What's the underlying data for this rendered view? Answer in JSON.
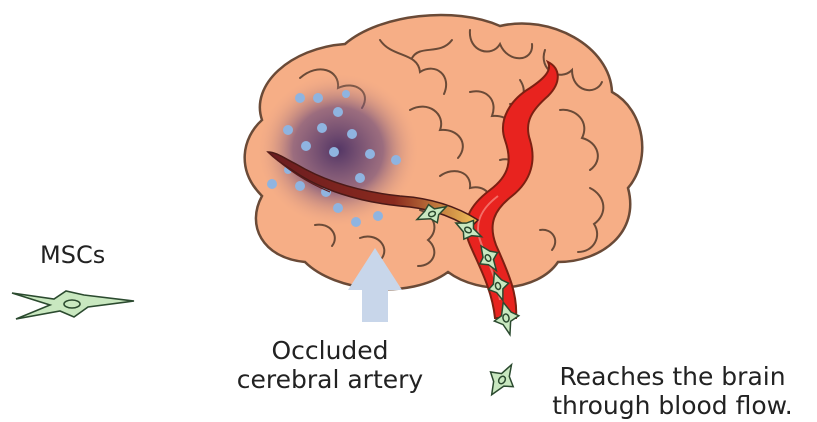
{
  "labels": {
    "mscs": "MSCs",
    "occluded": [
      "Occluded",
      "cerebral artery"
    ],
    "reaches": [
      "Reaches the brain",
      "through blood flow."
    ]
  },
  "colors": {
    "brain_fill": "#f6ae86",
    "brain_outline": "#6a4a37",
    "vessel_red": "#e8231f",
    "vessel_outline": "#7c2012",
    "occluded_vessel": "#8a2a1e",
    "lesion": "#5b3f6e",
    "cells_light_blue": "#8fb4e0",
    "msc_fill": "#c9e8c0",
    "msc_outline": "#2b4a2f",
    "arrow": "#c8d6ea"
  },
  "icons": [
    "msc-cell-icon",
    "blue-up-arrow-icon"
  ]
}
